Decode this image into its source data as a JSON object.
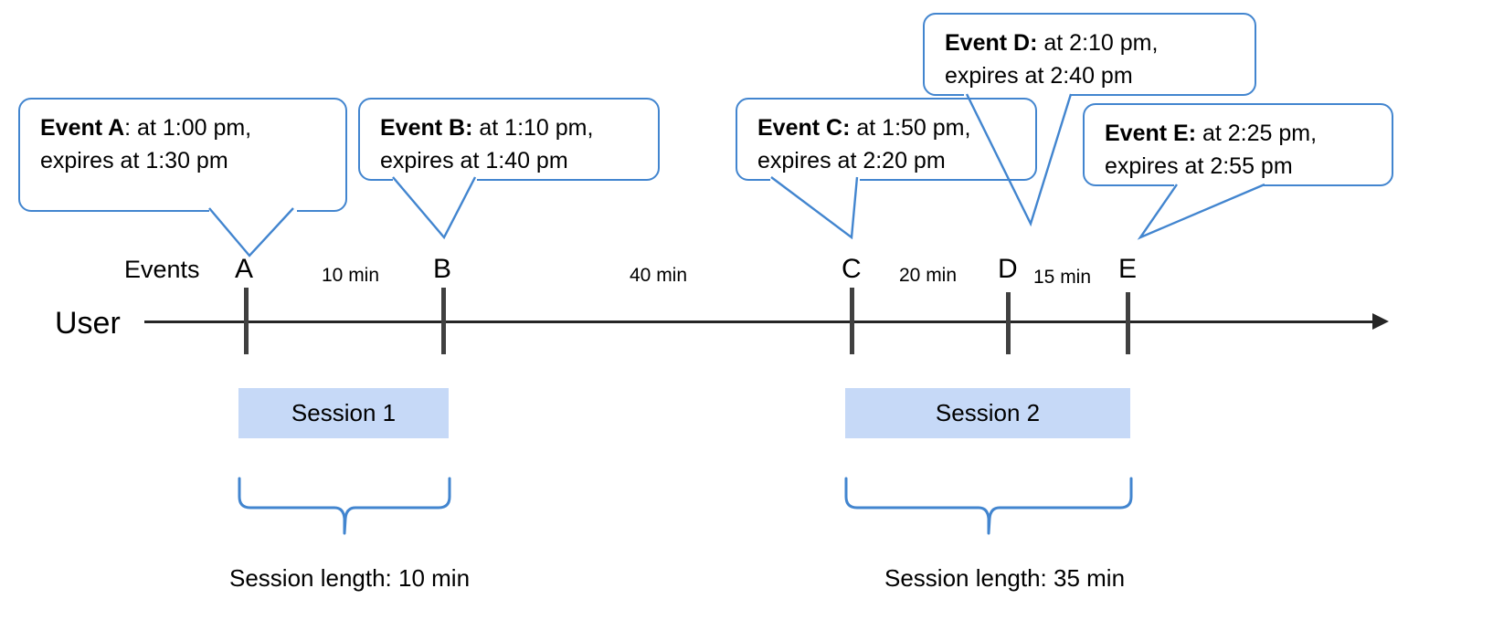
{
  "diagram": {
    "title": "User session timeline with event expiry callouts",
    "accent_color": "#4285cf",
    "axis_color": "#262626",
    "tick_color": "#404040",
    "session_fill": "#c6d9f7"
  },
  "lanes": {
    "user_label": "User",
    "events_label": "Events"
  },
  "events": [
    {
      "marker": "A",
      "name": "Event A",
      "separator": ":",
      "line1": " at 1:00 pm,",
      "line2": "expires at 1:30 pm",
      "at": "1:00 pm",
      "expires": "1:30 pm"
    },
    {
      "marker": "B",
      "name": "Event B",
      "separator": ":",
      "line1": " at 1:10 pm,",
      "line2": "expires at 1:40 pm",
      "at": "1:10 pm",
      "expires": "1:40 pm"
    },
    {
      "marker": "C",
      "name": "Event C",
      "separator": ":",
      "line1": " at 1:50 pm,",
      "line2": "expires at 2:20 pm",
      "at": "1:50 pm",
      "expires": "2:20 pm"
    },
    {
      "marker": "D",
      "name": "Event D",
      "separator": ":",
      "line1": " at 2:10 pm,",
      "line2": "expires at 2:40 pm",
      "at": "2:10 pm",
      "expires": "2:40 pm"
    },
    {
      "marker": "E",
      "name": "Event E",
      "separator": ":",
      "line1": " at 2:25 pm,",
      "line2": "expires at 2:55 pm",
      "at": "2:25 pm",
      "expires": "2:55 pm"
    }
  ],
  "gaps": [
    {
      "label": "10 min",
      "from": "A",
      "to": "B"
    },
    {
      "label": "40 min",
      "from": "B",
      "to": "C"
    },
    {
      "label": "20 min",
      "from": "C",
      "to": "D"
    },
    {
      "label": "15 min",
      "from": "D",
      "to": "E"
    }
  ],
  "sessions": [
    {
      "label": "Session 1",
      "caption": "Session length: 10 min",
      "length": "10 min"
    },
    {
      "label": "Session 2",
      "caption": "Session length: 35 min",
      "length": "35 min"
    }
  ]
}
